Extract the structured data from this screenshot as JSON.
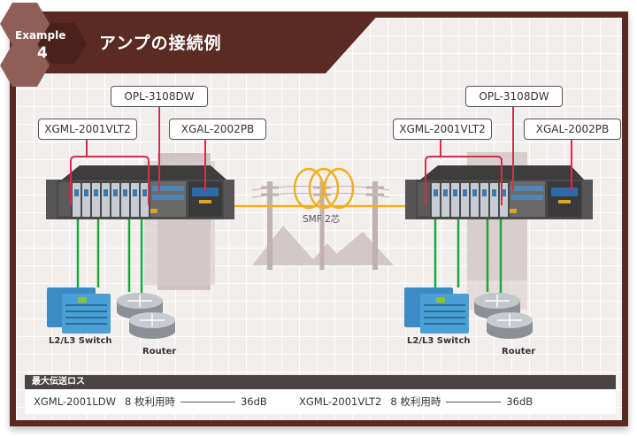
{
  "header": {
    "badge_label": "Example",
    "badge_number": "4",
    "title": "アンプの接続例"
  },
  "left_site": {
    "labels": {
      "opl": "OPL-3108DW",
      "xgml": "XGML-2001VLT2",
      "xgal": "XGAL-2002PB"
    },
    "switch_label": "L2/L3 Switch",
    "router_label": "Router"
  },
  "right_site": {
    "labels": {
      "opl": "OPL-3108DW",
      "xgml": "XGML-2001VLT2",
      "xgal": "XGAL-2002PB"
    },
    "switch_label": "L2/L3 Switch",
    "router_label": "Router"
  },
  "link": {
    "label": "SMF 2芯"
  },
  "colors": {
    "frame": "#5a2b22",
    "connector_red": "#e0284a",
    "utp_green": "#1aa83a",
    "fiber_orange": "#f0b020"
  },
  "loss_table": {
    "heading": "最大伝送ロス",
    "rows": [
      {
        "model": "XGML-2001LDW",
        "condition": "8 枚利用時",
        "value": "36dB"
      },
      {
        "model": "XGML-2001VLT2",
        "condition": "8 枚利用時",
        "value": "36dB"
      }
    ]
  }
}
